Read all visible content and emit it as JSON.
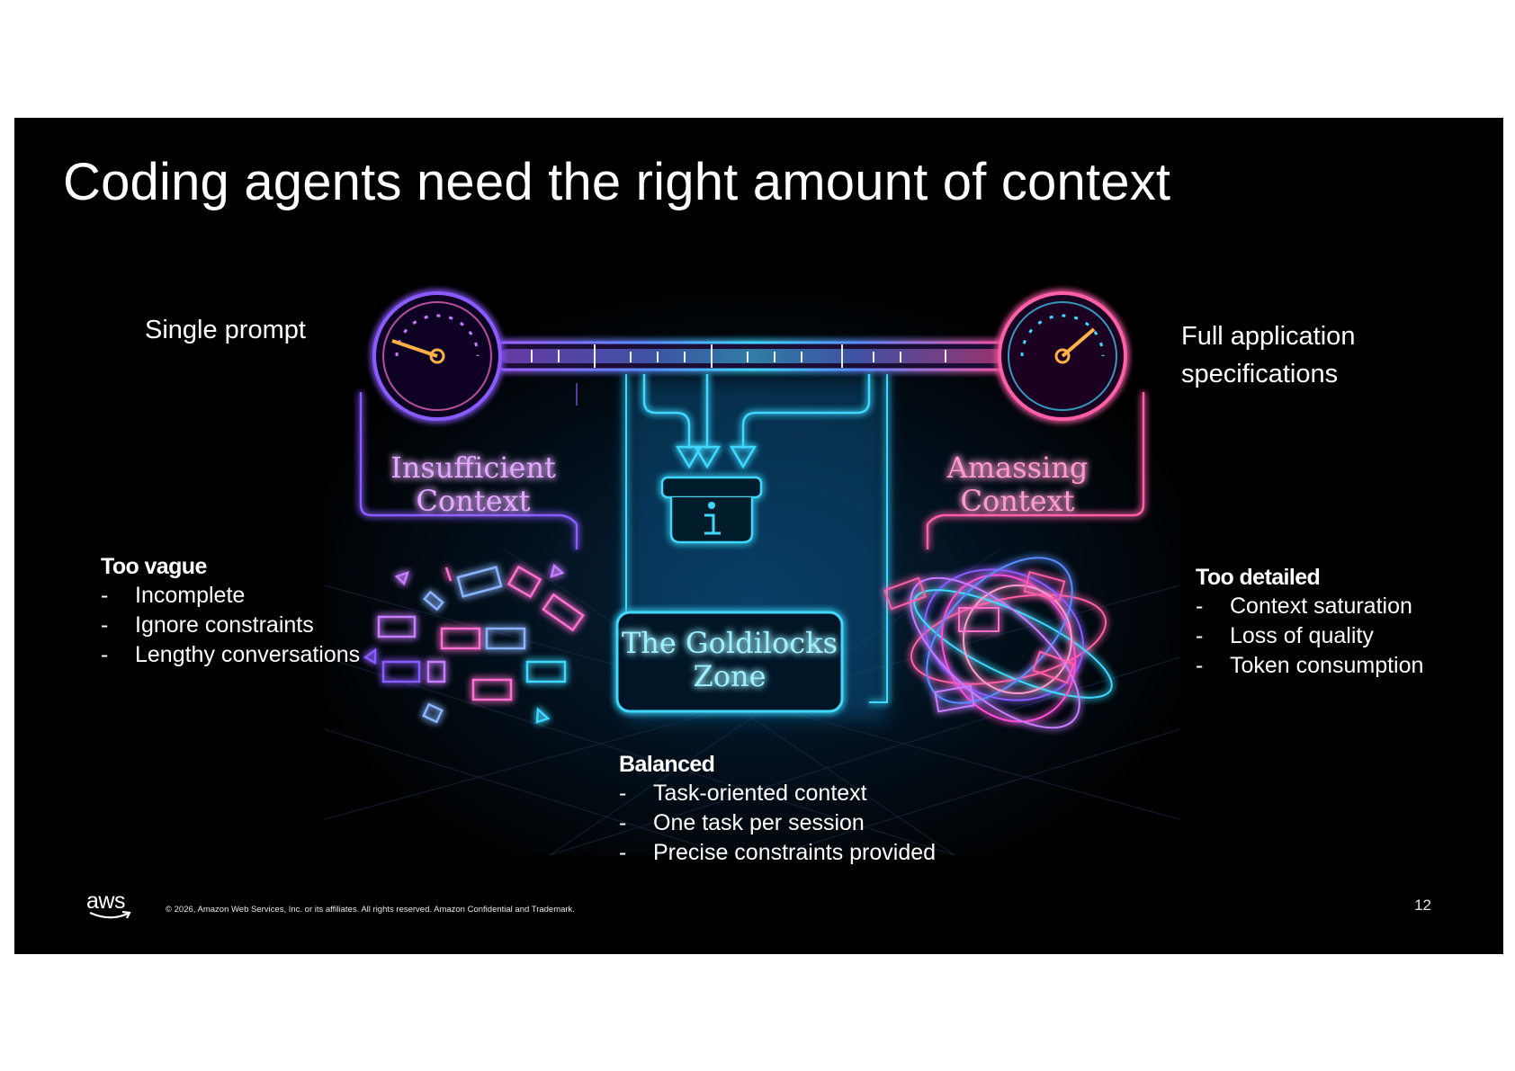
{
  "slide": {
    "title": "Coding agents need the right amount of context",
    "left_label": "Single prompt",
    "right_label_line1": "Full application",
    "right_label_line2": "specifications"
  },
  "diagram": {
    "left_panel_line1": "Insufficient",
    "left_panel_line2": "Context",
    "right_panel_line1": "Amassing",
    "right_panel_line2": "Context",
    "center_line1": "The Goldilocks",
    "center_line2": "Zone",
    "colors": {
      "purple": "#c77dff",
      "violet": "#8a5cff",
      "cyan": "#3fd8ff",
      "blue": "#1aa3ff",
      "pink": "#ff5fa8",
      "magenta": "#ff4fd8"
    },
    "icons": [
      "gauge-icon",
      "gauge-icon",
      "down-arrow-icon",
      "info-box-icon"
    ]
  },
  "sections": {
    "vague": {
      "heading": "Too vague",
      "items": [
        "Incomplete",
        "Ignore constraints",
        "Lengthy conversations"
      ]
    },
    "balanced": {
      "heading": "Balanced",
      "items": [
        "Task-oriented context",
        "One task per session",
        "Precise constraints provided"
      ]
    },
    "detailed": {
      "heading": "Too detailed",
      "items": [
        "Context saturation",
        "Loss of quality",
        "Token consumption"
      ]
    }
  },
  "footer": {
    "logo": "aws",
    "copyright": "© 2026, Amazon Web Services, Inc. or its affiliates. All rights reserved. Amazon Confidential and Trademark.",
    "page_number": "12",
    "dash": "-"
  }
}
